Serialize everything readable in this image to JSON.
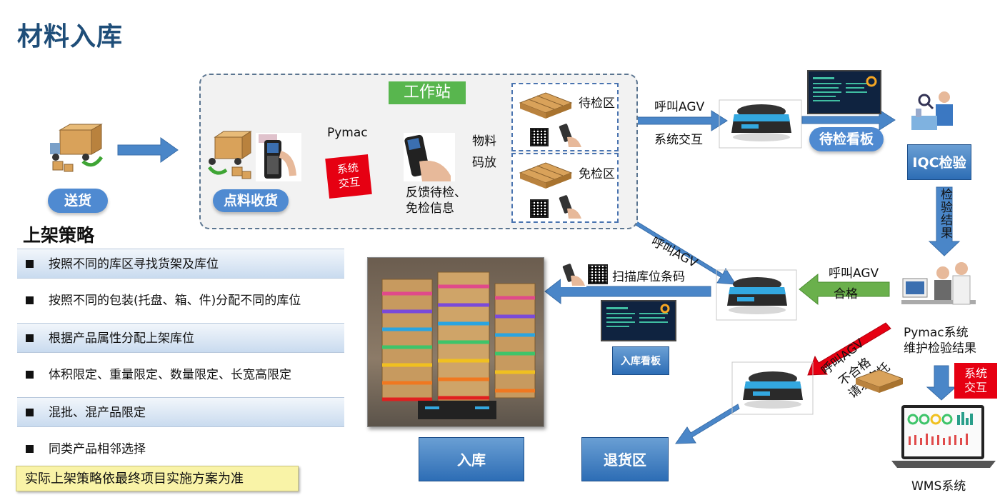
{
  "title": "材料入库",
  "workstation_label": "工作站",
  "nodes": {
    "delivery": "送货",
    "check_receive": "点料收货",
    "pymac": "Pymac",
    "system_interaction_tag": "系统\n交互",
    "feedback": "反馈待检、\n免检信息",
    "material_place": "物料\n码放",
    "pending_zone": "待检区",
    "exempt_zone": "免检区",
    "call_agv_top": "呼叫AGV",
    "system_interaction_top": "系统交互",
    "pending_board": "待检看板",
    "iqc": "IQC检验",
    "inspection_result": "检验结果",
    "call_agv_mid": "呼叫AGV",
    "pass": "合格",
    "pymac_maintain": "Pymac系统\n维护检验结果",
    "call_agv_diag": "呼叫AGV",
    "fail": "不合格\n请求空托",
    "system_interaction_right": "系统\n交互",
    "wms": "WMS系统",
    "scan_location": "扫描库位条码",
    "inbound_board": "入库看板",
    "inbound": "入库",
    "return_area": "退货区",
    "call_agv_ws": "呼叫AGV"
  },
  "strategy": {
    "title": "上架策略",
    "items": [
      "按照不同的库区寻找货架及库位",
      "按照不同的包装(托盘、箱、件)分配不同的库位",
      "根据产品属性分配上架库位",
      "体积限定、重量限定、数量限定、长宽高限定",
      "混批、混产品限定",
      "同类产品相邻选择"
    ],
    "note": "实际上架策略依最终项目实施方案为准"
  },
  "colors": {
    "title": "#1f4e79",
    "arrow_blue": "#4a86c8",
    "arrow_green": "#6ab04c",
    "arrow_red": "#e60012",
    "pill_blue": "#4f8ad1",
    "workstation_label": "#58b64e"
  }
}
